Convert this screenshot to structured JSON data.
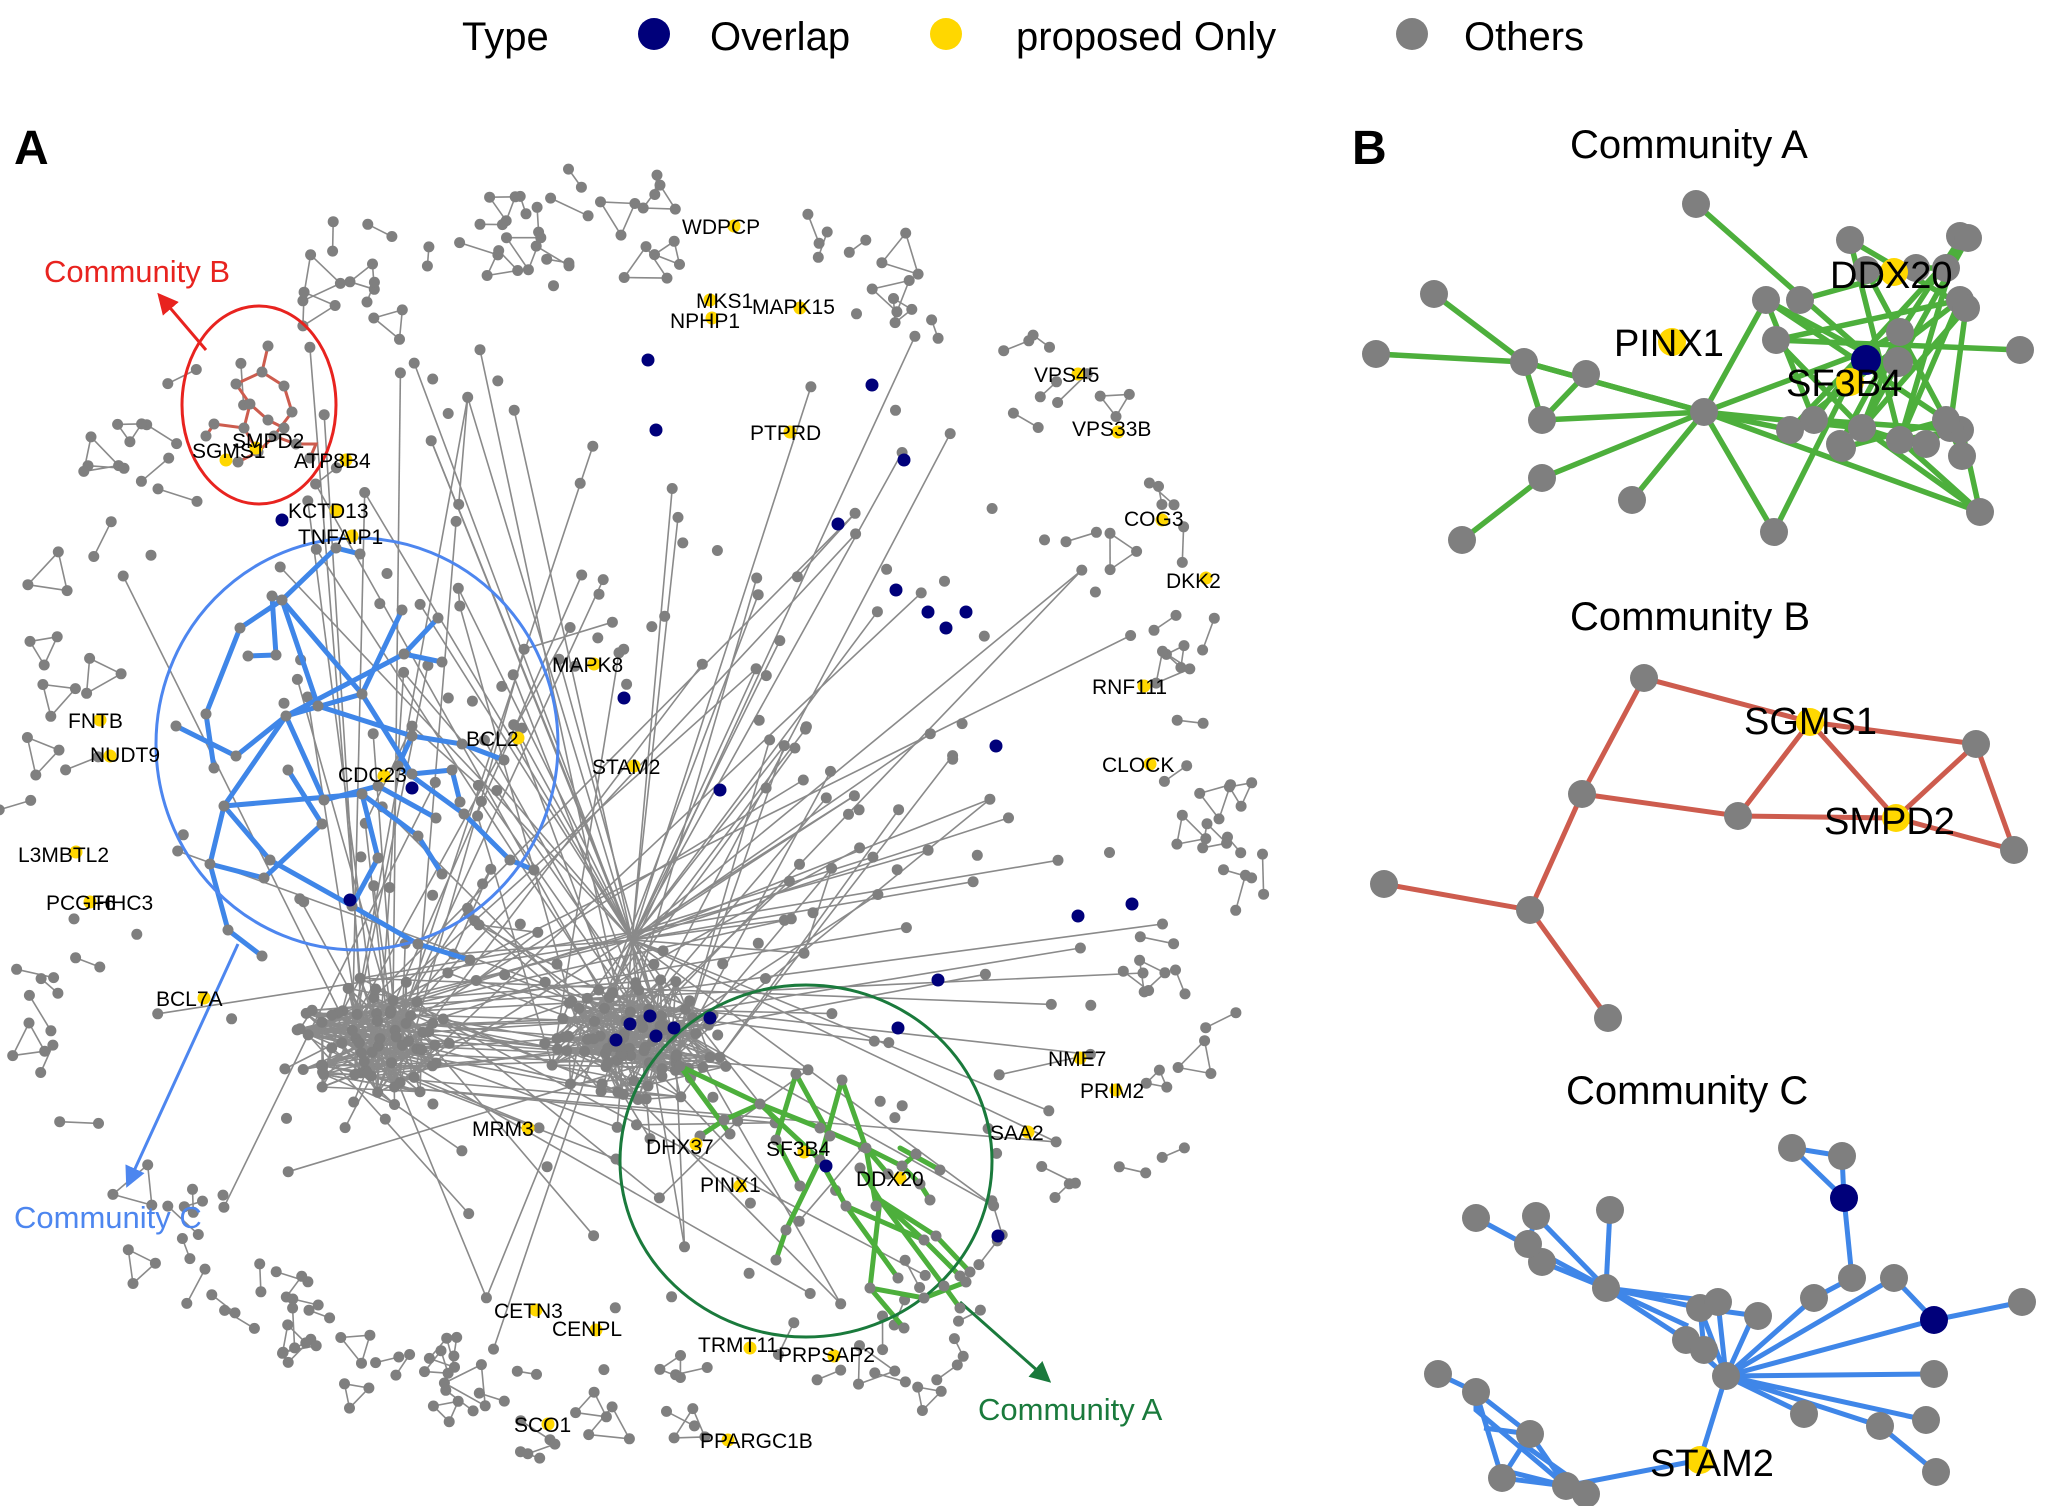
{
  "legend": {
    "title": "Type",
    "entries": [
      {
        "label": "Overlap",
        "color": "#00007a"
      },
      {
        "label": "proposed Only",
        "color": "#ffd700"
      },
      {
        "label": "Others",
        "color": "#7f7f7f"
      }
    ]
  },
  "panels": {
    "a": {
      "letter": "A"
    },
    "b": {
      "letter": "B"
    }
  },
  "colors": {
    "edge": "#8a8a8a",
    "node": "#7f7f7f",
    "overlap": "#00007a",
    "proposed": "#ffd700",
    "community_a": "#4daf3c",
    "community_b": "#cd5c4e",
    "community_c": "#3f86e8",
    "circle_a": "#1a7a3c",
    "circle_b": "#e8231f",
    "circle_c": "#4d86ef"
  },
  "callouts": {
    "community_a": "Community A",
    "community_b": "Community B",
    "community_c": "Community C"
  },
  "network_labels": [
    "WDPCP",
    "MKS1",
    "NPHP1",
    "MAPK15",
    "VPS45",
    "VPS33B",
    "PTPRD",
    "SMPD2",
    "SGMS1",
    "ATP8B4",
    "KCTD13",
    "TNFAIP1",
    "COG3",
    "DKK2",
    "MAPK8",
    "RNF111",
    "FNTB",
    "NUDT9",
    "BCL2",
    "CDC23",
    "STAM2",
    "CLOCK",
    "L3MBTL2",
    "PCGF6",
    "HHC3",
    "BCL7A",
    "NME7",
    "PRIM2",
    "MRM3",
    "DHX37",
    "SF3B4",
    "DDX20",
    "PINX1",
    "SAA2",
    "CETN3",
    "CENPL",
    "TRMT11",
    "PRPSAP2",
    "SCO1",
    "PPARGC1B"
  ],
  "subnetworks": {
    "community_a": {
      "title": "Community A",
      "labels": [
        "DDX20",
        "PINX1",
        "SF3B4"
      ]
    },
    "community_b": {
      "title": "Community B",
      "labels": [
        "SGMS1",
        "SMPD2"
      ]
    },
    "community_c": {
      "title": "Community C",
      "labels": [
        "STAM2"
      ]
    }
  }
}
